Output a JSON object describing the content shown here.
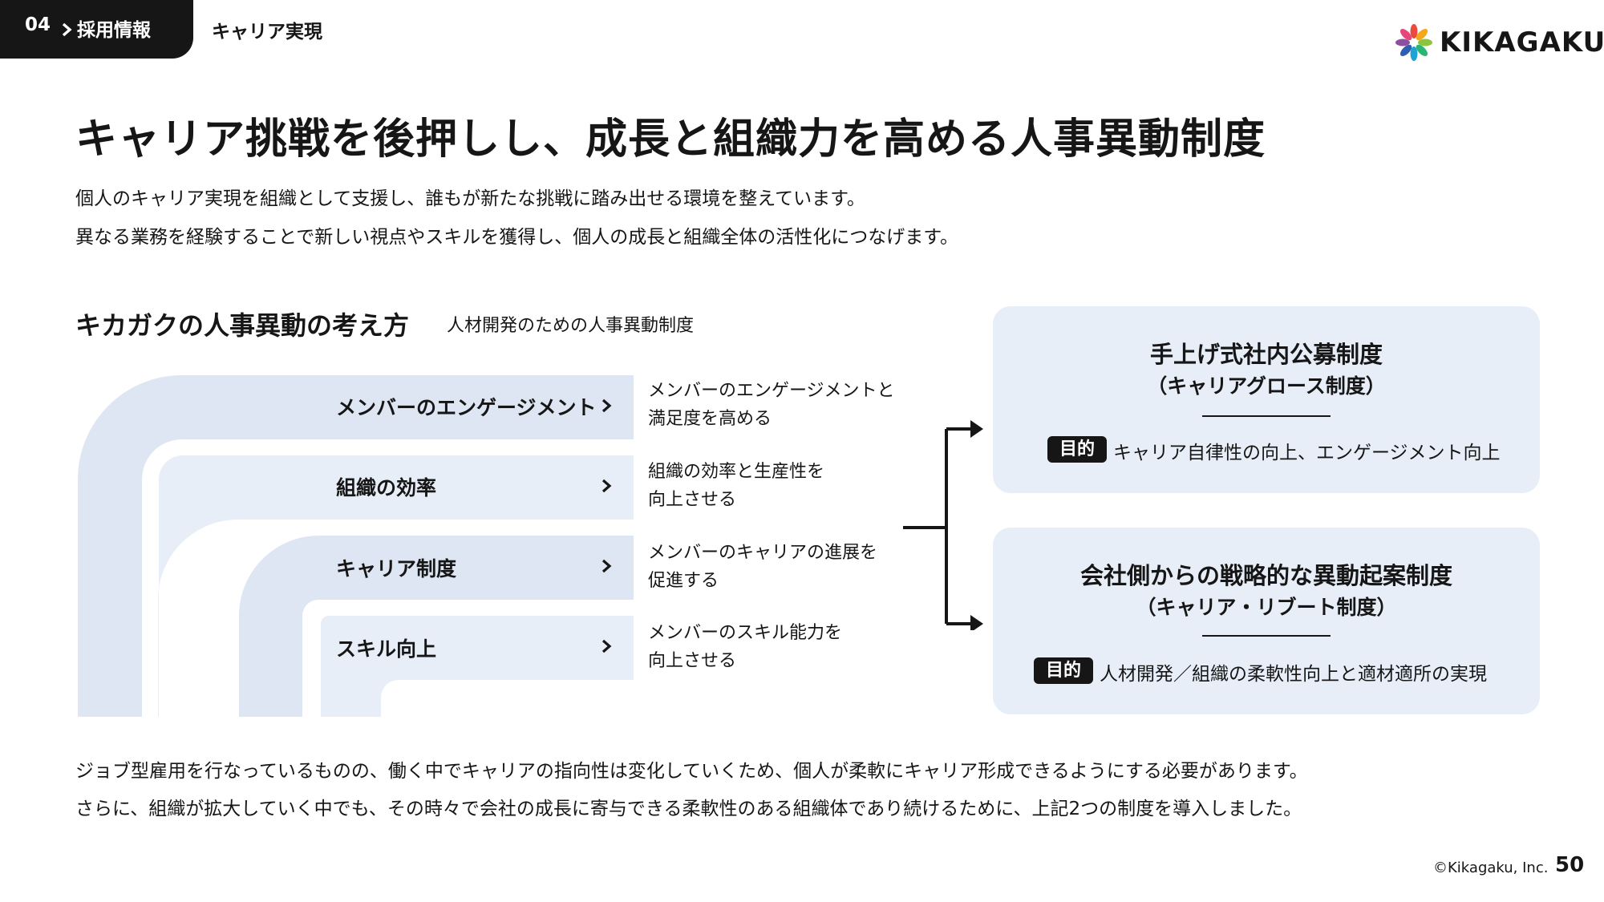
{
  "header": {
    "section_number": "04",
    "section_label": "採用情報",
    "breadcrumb": "キャリア実現",
    "logo_text": "KIKAGAKU"
  },
  "title": "キャリア挑戦を後押しし、成長と組織力を高める人事異動制度",
  "intro": [
    "個人のキャリア実現を組織として支援し、誰もが新たな挑戦に踏み出せる環境を整えています。",
    "異なる業務を経験することで新しい視点やスキルを獲得し、個人の成長と組織全体の活性化につなげます。"
  ],
  "concept": {
    "heading": "キカガクの人事異動の考え方",
    "subheading": "人材開発のための人事異動制度",
    "items": [
      {
        "label": "メンバーのエンゲージメント",
        "desc": [
          "メンバーのエンゲージメントと",
          "満足度を高める"
        ]
      },
      {
        "label": "組織の効率",
        "desc": [
          "組織の効率と生産性を",
          "向上させる"
        ]
      },
      {
        "label": "キャリア制度",
        "desc": [
          "メンバーのキャリアの進展を",
          "促進する"
        ]
      },
      {
        "label": "スキル向上",
        "desc": [
          "メンバーのスキル能力を",
          "向上させる"
        ]
      }
    ]
  },
  "systems": [
    {
      "title": "手上げ式社内公募制度",
      "subtitle": "（キャリアグロース制度）",
      "purpose_label": "目的",
      "purpose": "キャリア自律性の向上、エンゲージメント向上"
    },
    {
      "title": "会社側からの戦略的な異動起案制度",
      "subtitle": "（キャリア・リブート制度）",
      "purpose_label": "目的",
      "purpose": "人材開発／組織の柔軟性向上と適材適所の実現"
    }
  ],
  "summary": [
    "ジョブ型雇用を行なっているものの、働く中でキャリアの指向性は変化していくため、個人が柔軟にキャリア形成できるようにする必要があります。",
    "さらに、組織が拡大していく中でも、その時々で会社の成長に寄与できる柔軟性のある組織体であり続けるために、上記2つの制度を導入しました。"
  ],
  "footer": {
    "copyright": "©Kikagaku, Inc.",
    "page": "50"
  },
  "colors": {
    "band_light": "#dde6f2",
    "band_lighter": "#e8eef7",
    "card": "#e7eef8",
    "ink": "#161616"
  }
}
